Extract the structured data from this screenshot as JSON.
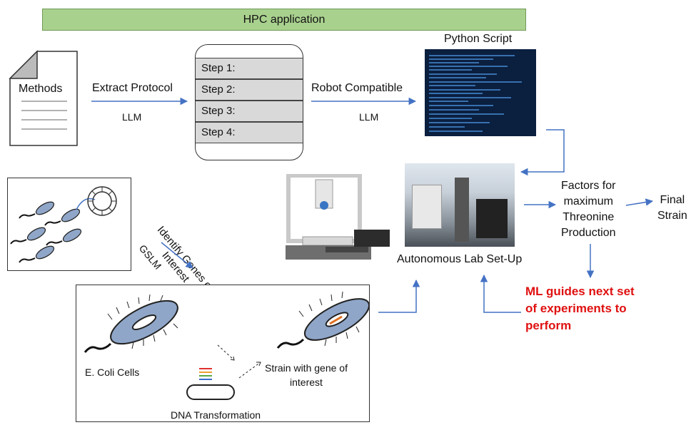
{
  "header": {
    "title": "HPC application"
  },
  "methods_doc": {
    "label": "Methods"
  },
  "extract": {
    "label": "Extract Protocol",
    "tool": "LLM"
  },
  "steps": [
    "Step 1:",
    "Step 2:",
    "Step 3:",
    "Step 4:"
  ],
  "robot": {
    "label": "Robot Compatible",
    "tool": "LLM"
  },
  "script": {
    "title": "Python Script"
  },
  "identify": {
    "label": "Identify Genes of Interest",
    "tool": "GSLM"
  },
  "lab": {
    "label": "Autonomous Lab Set-Up"
  },
  "factors": {
    "line1": "Factors for",
    "line2": "maximum",
    "line3": "Threonine",
    "line4": "Production"
  },
  "final": {
    "line1": "Final",
    "line2": "Strain"
  },
  "ml": {
    "line1": "ML guides next set",
    "line2": "of experiments to",
    "line3": "perform"
  },
  "transformation": {
    "ecoli": "E. Coli Cells",
    "dna": "DNA Transformation",
    "strain_line1": "Strain with gene of",
    "strain_line2": "interest"
  },
  "colors": {
    "arrow": "#4472c4",
    "ml_text": "#e01010",
    "header_fill": "#a9d18e"
  }
}
